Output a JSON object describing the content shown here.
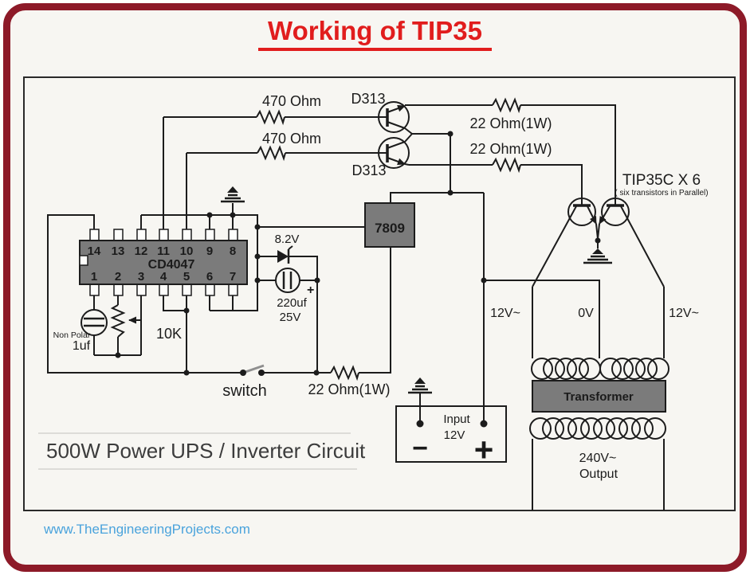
{
  "title": "Working of TIP35",
  "caption": "500W Power UPS / Inverter Circuit",
  "website": "www.TheEngineeringProjects.com",
  "colors": {
    "frame_border": "#8d1a28",
    "title_red": "#e11d1d",
    "website_blue": "#4aa3dc",
    "component_gray": "#7b7b7b",
    "wire_black": "#1c1c1c"
  },
  "ic": {
    "name": "CD4047",
    "pins_top": [
      "14",
      "13",
      "12",
      "11",
      "10",
      "9",
      "8"
    ],
    "pins_bottom": [
      "1",
      "2",
      "3",
      "4",
      "5",
      "6",
      "7"
    ]
  },
  "components": {
    "r470_1": "470 Ohm",
    "r470_2": "470 Ohm",
    "q_top": "D313",
    "q_bottom": "D313",
    "r22_1": "22 Ohm(1W)",
    "r22_2": "22 Ohm(1W)",
    "r22_3": "22 Ohm(1W)",
    "tip": "TIP35C X 6",
    "tip_sub": "( six transistors in Parallel)",
    "regulator": "7809",
    "zener": "8.2V",
    "cap_np_type": "Non Polar",
    "cap_np": "1uf",
    "pot": "10K",
    "cap_el": "220uf",
    "cap_el_v": "25V",
    "cap_el_plus": "+",
    "switch": "switch",
    "battery_label": "Input",
    "battery_v": "12V",
    "battery_minus": "−",
    "battery_plus": "+",
    "transformer": "Transformer",
    "tap_left": "12V~",
    "tap_mid": "0V",
    "tap_right": "12V~",
    "output_v": "240V~",
    "output_label": "Output"
  }
}
